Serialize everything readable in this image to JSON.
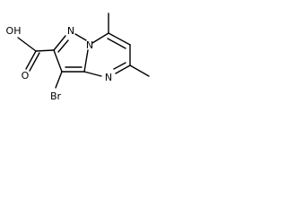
{
  "molecule": {
    "atoms": {
      "oh": "OH",
      "o": "O",
      "n_top": "N",
      "n_bridge": "N",
      "n_lower": "N",
      "br": "Br"
    }
  }
}
